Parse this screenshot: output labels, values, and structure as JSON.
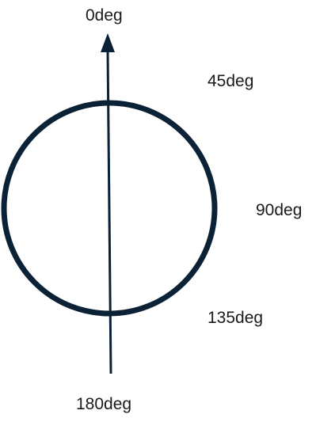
{
  "labels": {
    "deg0": "0deg",
    "deg45": "45deg",
    "deg90": "90deg",
    "deg135": "135deg",
    "deg180": "180deg"
  },
  "colors": {
    "stroke": "#0b2236",
    "text": "#1a1a1a",
    "background": "#ffffff"
  }
}
